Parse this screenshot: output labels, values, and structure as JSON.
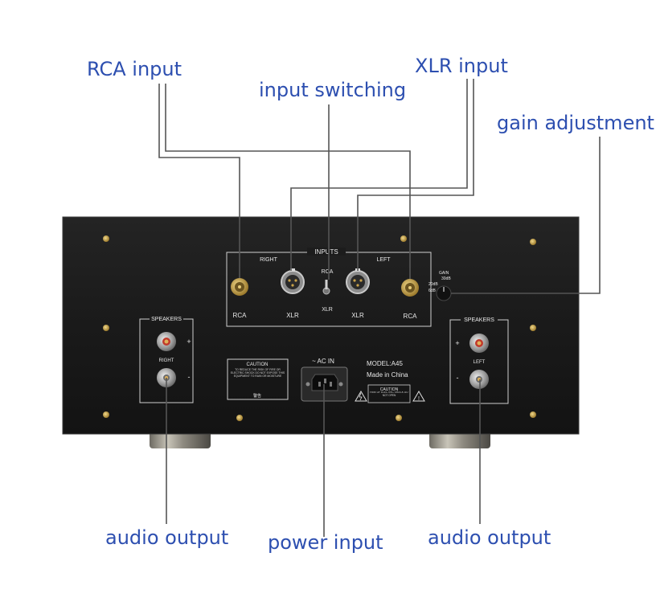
{
  "callouts": {
    "rca_input": "RCA input",
    "input_switching": "input switching",
    "xlr_input": "XLR input",
    "gain_adjustment": "gain adjustment",
    "audio_output_left": "audio output",
    "power_input": "power input",
    "audio_output_right": "audio output"
  },
  "panel": {
    "inputs_title": "INPUTS",
    "right_label": "RIGHT",
    "left_label": "LEFT",
    "rca_label_right": "RCA",
    "rca_label_left": "RCA",
    "xlr_label_right": "XLR",
    "xlr_label_left": "XLR",
    "switch_top_label": "RCA",
    "switch_bottom_label": "XLR",
    "gain_title": "GAIN",
    "gain_options": [
      "30dB",
      "20dB",
      "6dB"
    ],
    "speakers_left_title": "SPEAKERS",
    "speakers_left_channel": "RIGHT",
    "speakers_right_title": "SPEAKERS",
    "speakers_right_channel": "LEFT",
    "plus": "+",
    "minus": "-",
    "ac_in": "~ AC IN",
    "model": "MODEL:A45",
    "made_in": "Made in China",
    "caution_title": "CAUTION",
    "caution_text": "TO REDUCE THE RISK OF FIRE OR ELECTRIC SHOCK DO NOT EXPOSE THIS EQUIPMENT TO RAIN OR MOISTURE",
    "caution_cn": "警告",
    "caution2_title": "CAUTION",
    "caution2_text": "RISK OF ELECTRIC SHOCK DO NOT OPEN"
  },
  "colors": {
    "callout_text": "#2d4fb0",
    "chassis": "#1b1b1b",
    "screw": "#c9a24a"
  }
}
